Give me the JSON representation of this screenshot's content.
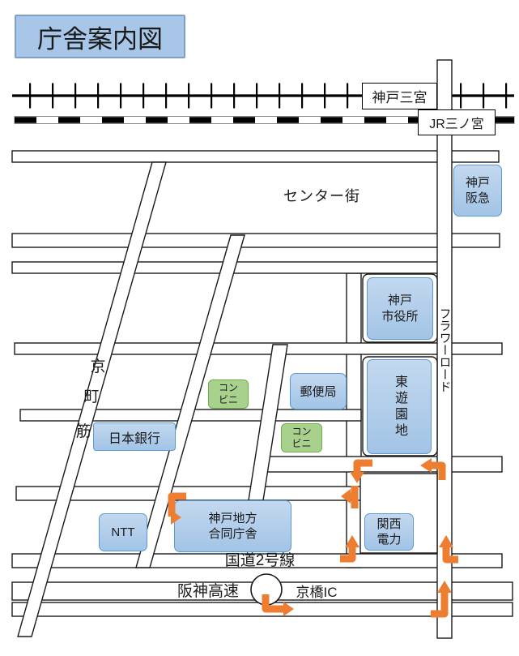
{
  "title": "庁舎案内図",
  "rail": {
    "sannomiya": "神戸三宮",
    "jr_sannomiya": "JR三ノ宮"
  },
  "streets": {
    "center_gai": "センター街",
    "kyomachi_suji_chars": [
      "京",
      "町",
      "筋"
    ],
    "flower_road": "フラワーロード",
    "route2": "国道2号線",
    "hanshin_expwy": "阪神高速",
    "kyobashi_ic": "京橋IC"
  },
  "buildings": {
    "kobe_hankyu": {
      "label": "神戸\n阪急"
    },
    "city_hall": {
      "label": "神戸\n市役所"
    },
    "higashi_yuenchi_park": {
      "label": "東遊園地"
    },
    "post_office": {
      "label": "郵便局"
    },
    "conbini_north": {
      "label": "コン\nビニ"
    },
    "conbini_south": {
      "label": "コン\nビニ"
    },
    "bank_of_japan": {
      "label": "日本銀行"
    },
    "ntt": {
      "label": "NTT"
    },
    "kobe_godo_chosha": {
      "label": "神戸地方\n合同庁舎"
    },
    "kansai_electric": {
      "label": "関西\n電力"
    }
  },
  "colors": {
    "building_blue": "#AECBE9",
    "building_blue_border": "#5B9BD5",
    "conbini_green": "#A9D18E",
    "conbini_green_border": "#70AD47",
    "route_arrow_orange": "#ED7D31",
    "road_outline": "#1a1a1a"
  }
}
